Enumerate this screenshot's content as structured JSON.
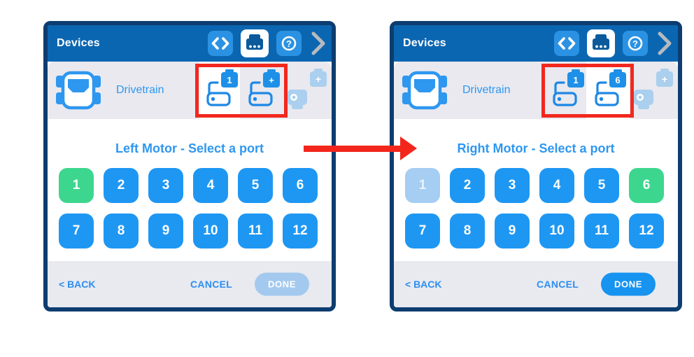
{
  "colors": {
    "panel_border": "#0d3d70",
    "header_bg": "#0b66b1",
    "header_icon_blue": "#2b92e3",
    "accent_blue": "#2e97f0",
    "port_blue": "#1e97f3",
    "port_selected_green": "#3dd68f",
    "port_disabled_blue": "#a6cdf2",
    "device_row_gray": "#e9e9ef",
    "footer_gray": "#e8eaf0",
    "done_disabled_bg": "#a4c9ee",
    "done_enabled_bg": "#1793f0",
    "annotation_red": "#f3261c"
  },
  "icons": {
    "header": [
      "code-icon",
      "brain-icon",
      "help-icon",
      "chevron-right-icon"
    ],
    "device": "drivetrain-icon",
    "motor_tab": "motor-icon",
    "ghost_tab": "add-device-icon"
  },
  "panels": [
    {
      "name": "left",
      "header": {
        "title": "Devices"
      },
      "device_row": {
        "label": "Drivetrain",
        "tabs": [
          {
            "badge": "1",
            "state": "selected"
          },
          {
            "badge": "+",
            "state": "normal"
          }
        ],
        "ghost_badge": "+"
      },
      "title": "Left Motor - Select a port",
      "ports": [
        {
          "label": "1",
          "state": "selected"
        },
        {
          "label": "2",
          "state": "default"
        },
        {
          "label": "3",
          "state": "default"
        },
        {
          "label": "4",
          "state": "default"
        },
        {
          "label": "5",
          "state": "default"
        },
        {
          "label": "6",
          "state": "default"
        },
        {
          "label": "7",
          "state": "default"
        },
        {
          "label": "8",
          "state": "default"
        },
        {
          "label": "9",
          "state": "default"
        },
        {
          "label": "10",
          "state": "default"
        },
        {
          "label": "11",
          "state": "default"
        },
        {
          "label": "12",
          "state": "default"
        }
      ],
      "footer": {
        "back_label": "< BACK",
        "cancel_label": "CANCEL",
        "done_label": "DONE",
        "done_state": "disabled"
      }
    },
    {
      "name": "right",
      "header": {
        "title": "Devices"
      },
      "device_row": {
        "label": "Drivetrain",
        "tabs": [
          {
            "badge": "1",
            "state": "normal"
          },
          {
            "badge": "6",
            "state": "selected"
          }
        ],
        "ghost_badge": "+"
      },
      "title": "Right Motor - Select a port",
      "ports": [
        {
          "label": "1",
          "state": "disabled"
        },
        {
          "label": "2",
          "state": "default"
        },
        {
          "label": "3",
          "state": "default"
        },
        {
          "label": "4",
          "state": "default"
        },
        {
          "label": "5",
          "state": "default"
        },
        {
          "label": "6",
          "state": "selected"
        },
        {
          "label": "7",
          "state": "default"
        },
        {
          "label": "8",
          "state": "default"
        },
        {
          "label": "9",
          "state": "default"
        },
        {
          "label": "10",
          "state": "default"
        },
        {
          "label": "11",
          "state": "default"
        },
        {
          "label": "12",
          "state": "default"
        }
      ],
      "footer": {
        "back_label": "< BACK",
        "cancel_label": "CANCEL",
        "done_label": "DONE",
        "done_state": "enabled"
      }
    }
  ]
}
